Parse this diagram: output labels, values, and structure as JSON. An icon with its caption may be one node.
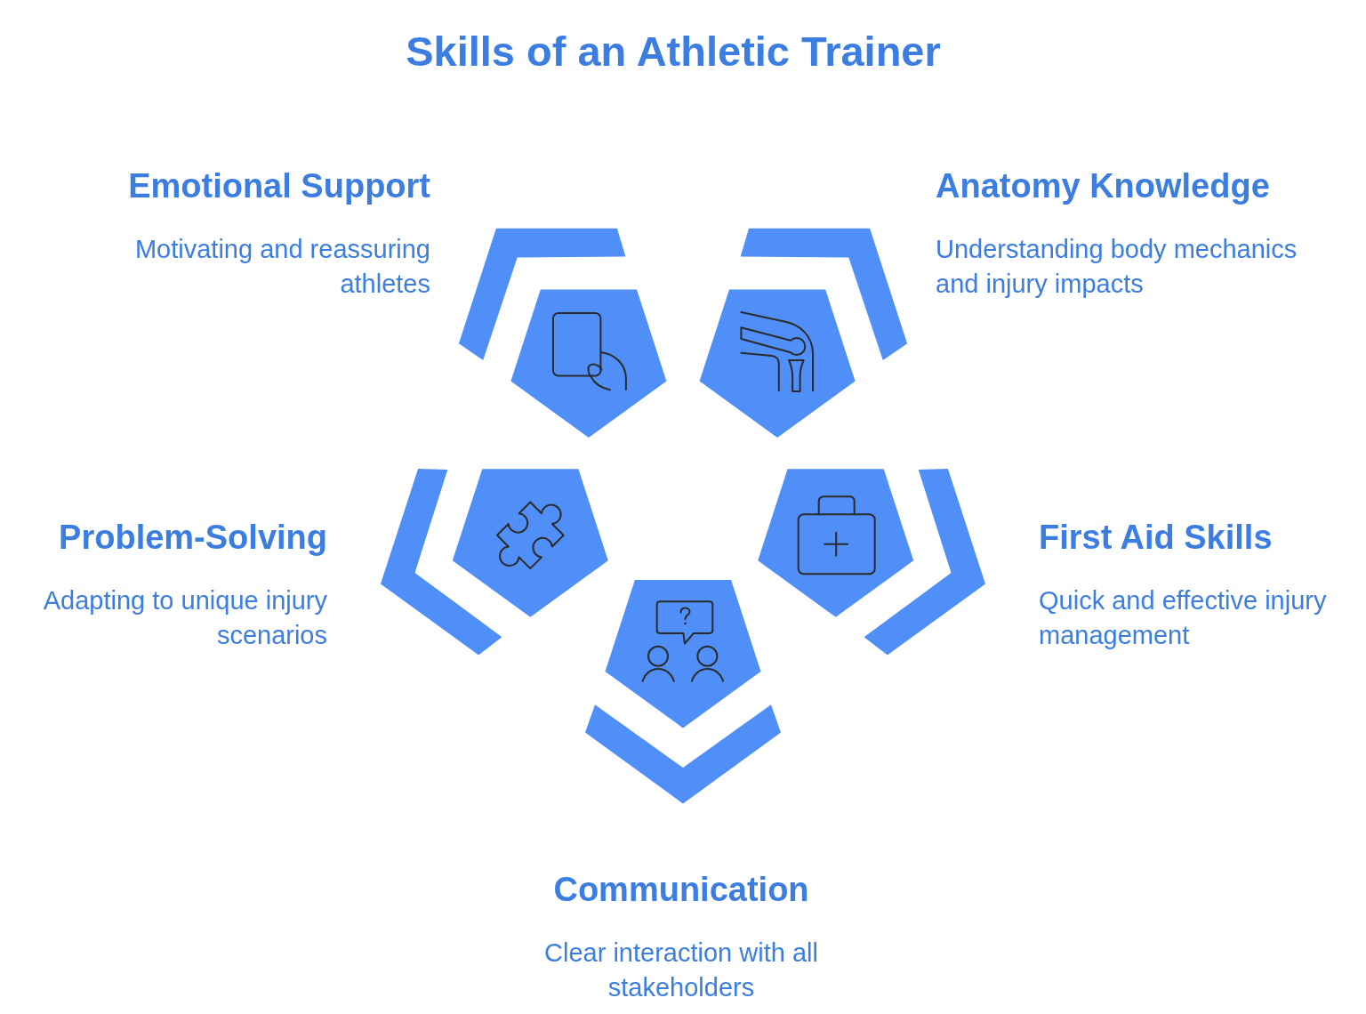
{
  "diagram": {
    "title": "Skills of an Athletic Trainer",
    "nodes": [
      {
        "text": [
          "Emotional Support",
          "Motivating and reassuring athletes"
        ]
      },
      {
        "text": [
          "Anatomy Knowledge",
          "Understanding body mechanics and injury impacts"
        ]
      },
      {
        "text": [
          "Problem-Solving",
          "Adapting to unique injury scenarios"
        ]
      },
      {
        "text": [
          "First Aid Skills",
          "Quick and effective injury management"
        ]
      },
      {
        "text": [
          "Communication",
          "Clear interaction with all stakeholders"
        ]
      }
    ]
  }
}
